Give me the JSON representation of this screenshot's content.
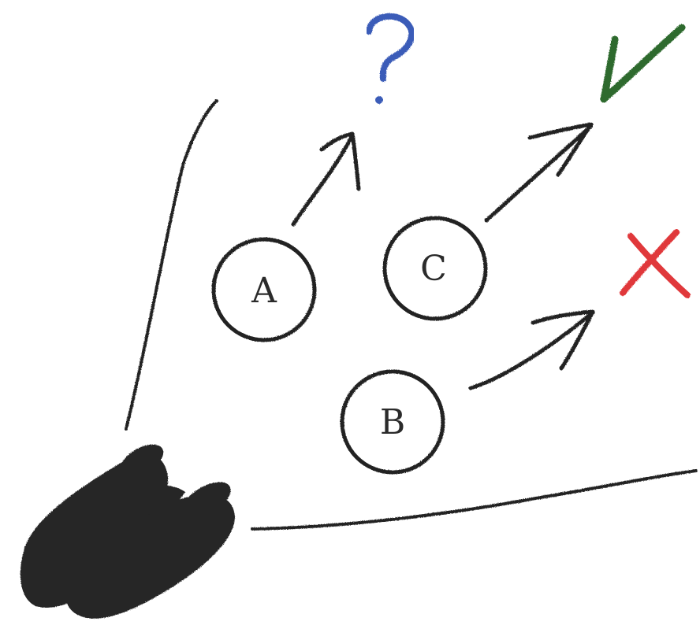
{
  "diagram": {
    "options": [
      {
        "id": "a",
        "label": "A",
        "outcome": "unknown",
        "outcome_symbol": "?",
        "outcome_color": "#3a5bb8"
      },
      {
        "id": "c",
        "label": "C",
        "outcome": "success",
        "outcome_symbol": "check",
        "outcome_color": "#2e6b2f"
      },
      {
        "id": "b",
        "label": "B",
        "outcome": "failure",
        "outcome_symbol": "x",
        "outcome_color": "#e0383b"
      }
    ],
    "stroke_color": "#222222",
    "binoculars_color": "#262626"
  }
}
